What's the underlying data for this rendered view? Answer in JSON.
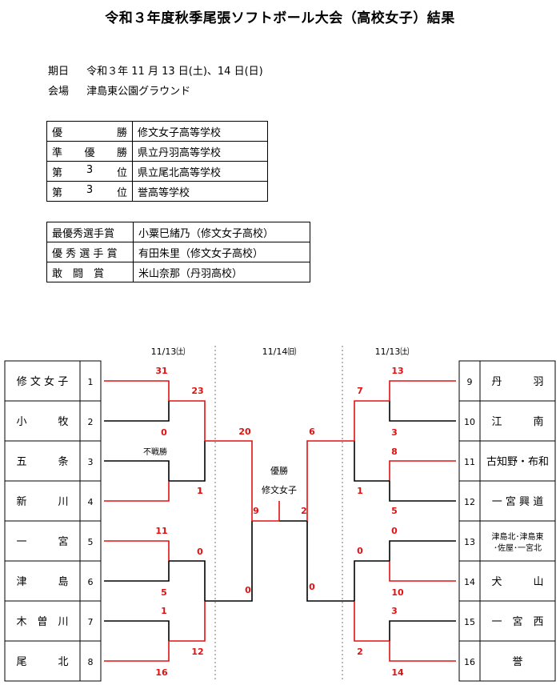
{
  "title": "令和３年度秋季尾張ソフトボール大会（高校女子）結果",
  "info": [
    {
      "key": "期日",
      "value": "令和３年 11 月 13 日(土)、14 日(日)"
    },
    {
      "key": "会場",
      "value": "津島東公園グラウンド"
    }
  ],
  "results": [
    {
      "rank": [
        "優",
        "勝"
      ],
      "school": "修文女子高等学校"
    },
    {
      "rank": [
        "準",
        "優",
        "勝"
      ],
      "school": "県立丹羽高等学校"
    },
    {
      "rank": [
        "第",
        "3",
        "位"
      ],
      "school": "県立尾北高等学校"
    },
    {
      "rank": [
        "第",
        "3",
        "位"
      ],
      "school": "誉高等学校"
    }
  ],
  "awards": [
    {
      "name": "最優秀選手賞",
      "winner": "小粟巳緒乃（修文女子高校）"
    },
    {
      "name": "優 秀 選 手 賞",
      "winner": "有田朱里（修文女子高校）"
    },
    {
      "name": "敢　闘　賞",
      "winner": "米山奈那（丹羽高校）"
    }
  ],
  "dates": {
    "left": "11/13㈯",
    "center": "11/14㈰",
    "right": "11/13㈯"
  },
  "champion": {
    "label": "優勝",
    "team": "修文女子"
  },
  "left_teams": [
    {
      "name": "修 文 女 子",
      "no": "1"
    },
    {
      "name": "小　　　牧",
      "no": "2"
    },
    {
      "name": "五　　　条",
      "no": "3"
    },
    {
      "name": "新　　　川",
      "no": "4"
    },
    {
      "name": "一　　　宮",
      "no": "5"
    },
    {
      "name": "津　　　島",
      "no": "6"
    },
    {
      "name": "木　曽　川",
      "no": "7"
    },
    {
      "name": "尾　　　北",
      "no": "8"
    }
  ],
  "right_teams": [
    {
      "name": "丹　　　羽",
      "no": "9"
    },
    {
      "name": "江　　　南",
      "no": "10"
    },
    {
      "name": "古知野・布和",
      "no": "11"
    },
    {
      "name": "一 宮 興 道",
      "no": "12"
    },
    {
      "name": "津島北･津島東\n･佐屋･一宮北",
      "no": "13"
    },
    {
      "name": "犬　　　山",
      "no": "14"
    },
    {
      "name": "一　宮　西",
      "no": "15"
    },
    {
      "name": "誉",
      "no": "16"
    }
  ],
  "scores": {
    "l1a": "31",
    "l1b": "0",
    "l2a": "不戦勝",
    "l2b": "1",
    "l3a": "11",
    "l3b": "5",
    "l4a": "1",
    "l4b": "16",
    "lq1a": "23",
    "lq1b": "1",
    "lq2a": "0",
    "lq2b": "12",
    "lsa": "20",
    "lsb": "0",
    "fl": "9",
    "fr": "2",
    "rsa": "6",
    "rsb": "0",
    "rq1a": "7",
    "rq1b": "1",
    "rq2a": "0",
    "rq2b": "2",
    "r1a": "13",
    "r1b": "3",
    "r2a": "8",
    "r2b": "5",
    "r3a": "0",
    "r3b": "10",
    "r4a": "3",
    "r4b": "14"
  },
  "colors": {
    "winner_line": "#e11111",
    "line": "#000000",
    "score": "#e11111"
  }
}
